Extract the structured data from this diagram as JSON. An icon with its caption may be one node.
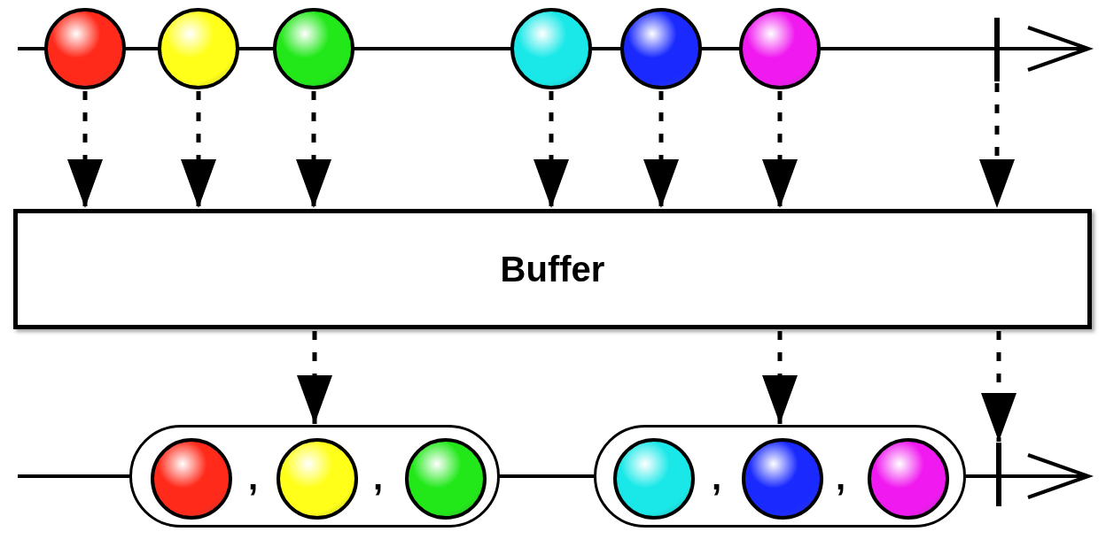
{
  "diagram": {
    "nodes": [
      {
        "text": [],
        "shape": "circle"
      },
      {
        "text": [],
        "shape": "circle"
      },
      {
        "text": [],
        "shape": "circle"
      },
      {
        "text": [],
        "shape": "circle"
      },
      {
        "text": [],
        "shape": "circle"
      },
      {
        "text": [],
        "shape": "circle"
      },
      {
        "text": [],
        "shape": "bar"
      },
      {
        "text": [
          "Buffer"
        ]
      },
      {
        "text": [
          ",",
          ","
        ]
      },
      {
        "text": [],
        "shape": "circle",
        "in": 8
      },
      {
        "text": [],
        "shape": "circle",
        "in": 8
      },
      {
        "text": [],
        "shape": "circle",
        "in": 8
      },
      {
        "text": [
          ",",
          ","
        ]
      },
      {
        "text": [],
        "shape": "circle",
        "in": 12
      },
      {
        "text": [],
        "shape": "circle",
        "in": 12
      },
      {
        "text": [],
        "shape": "circle",
        "in": 12
      },
      {
        "text": [],
        "shape": "bar"
      }
    ],
    "edges": [
      {
        "from": 0,
        "to": 7,
        "arrow": "to",
        "style": "dashed"
      },
      {
        "from": 1,
        "to": 7,
        "arrow": "to",
        "style": "dashed"
      },
      {
        "from": 2,
        "to": 7,
        "arrow": "to",
        "style": "dashed"
      },
      {
        "from": 3,
        "to": 7,
        "arrow": "to",
        "style": "dashed"
      },
      {
        "from": 4,
        "to": 7,
        "arrow": "to",
        "style": "dashed"
      },
      {
        "from": 5,
        "to": 7,
        "arrow": "to",
        "style": "dashed"
      },
      {
        "from": 6,
        "to": 7,
        "arrow": "to",
        "style": "dashed"
      },
      {
        "from": 7,
        "to": 8,
        "arrow": "to",
        "style": "dashed"
      },
      {
        "from": 7,
        "to": 12,
        "arrow": "to",
        "style": "dashed"
      },
      {
        "from": 7,
        "to": 16,
        "arrow": "to",
        "style": "dashed"
      }
    ]
  }
}
